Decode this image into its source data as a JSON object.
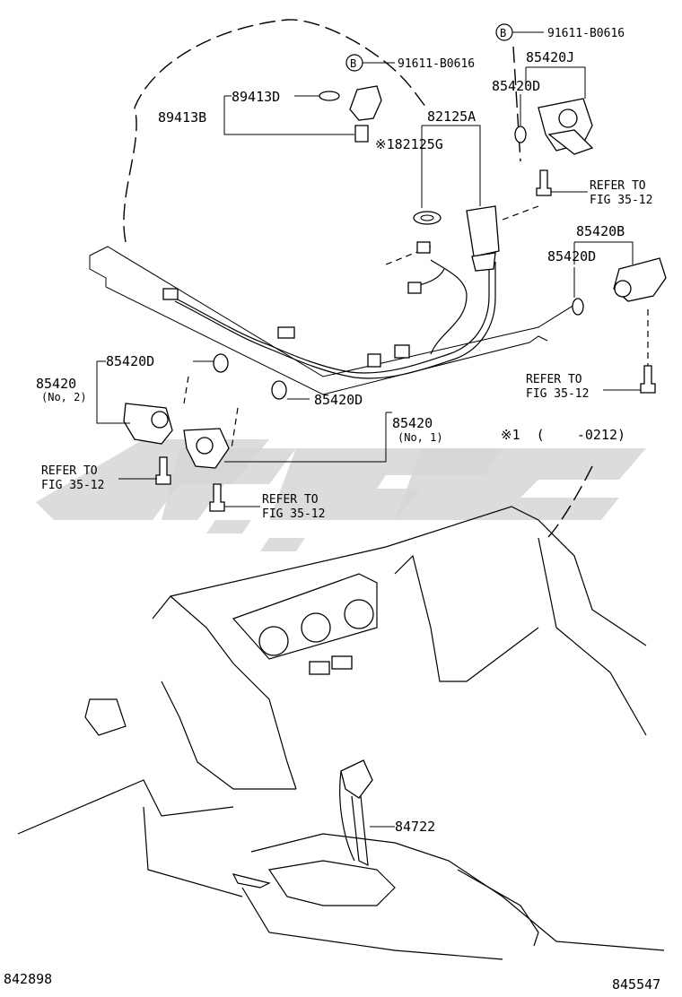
{
  "labels": {
    "bolt_a": "91611-B0616",
    "bolt_b": "91611-B0616",
    "bolt_badge": "B",
    "p89413D": "89413D",
    "p89413B": "89413B",
    "p82125A": "82125A",
    "p182125G": "※182125G",
    "p85420J": "85420J",
    "p85420D_top": "85420D",
    "p85420B": "85420B",
    "p85420D_right": "85420D",
    "p85420D_left": "85420D",
    "p85420D_mid": "85420D",
    "p85420_no2": "85420",
    "p85420_no2_sub": "(No, 2)",
    "p85420_no1": "85420",
    "p85420_no1_sub": "(No, 1)",
    "note_1": "※1  (    -0212)",
    "p84722": "84722",
    "refer_to": "REFER TO",
    "fig": "FIG 35-12",
    "ref_bottom_left": "842898",
    "ref_bottom_right": "845547"
  },
  "colors": {
    "line": "#000000",
    "watermark": "#d6d6d6"
  }
}
